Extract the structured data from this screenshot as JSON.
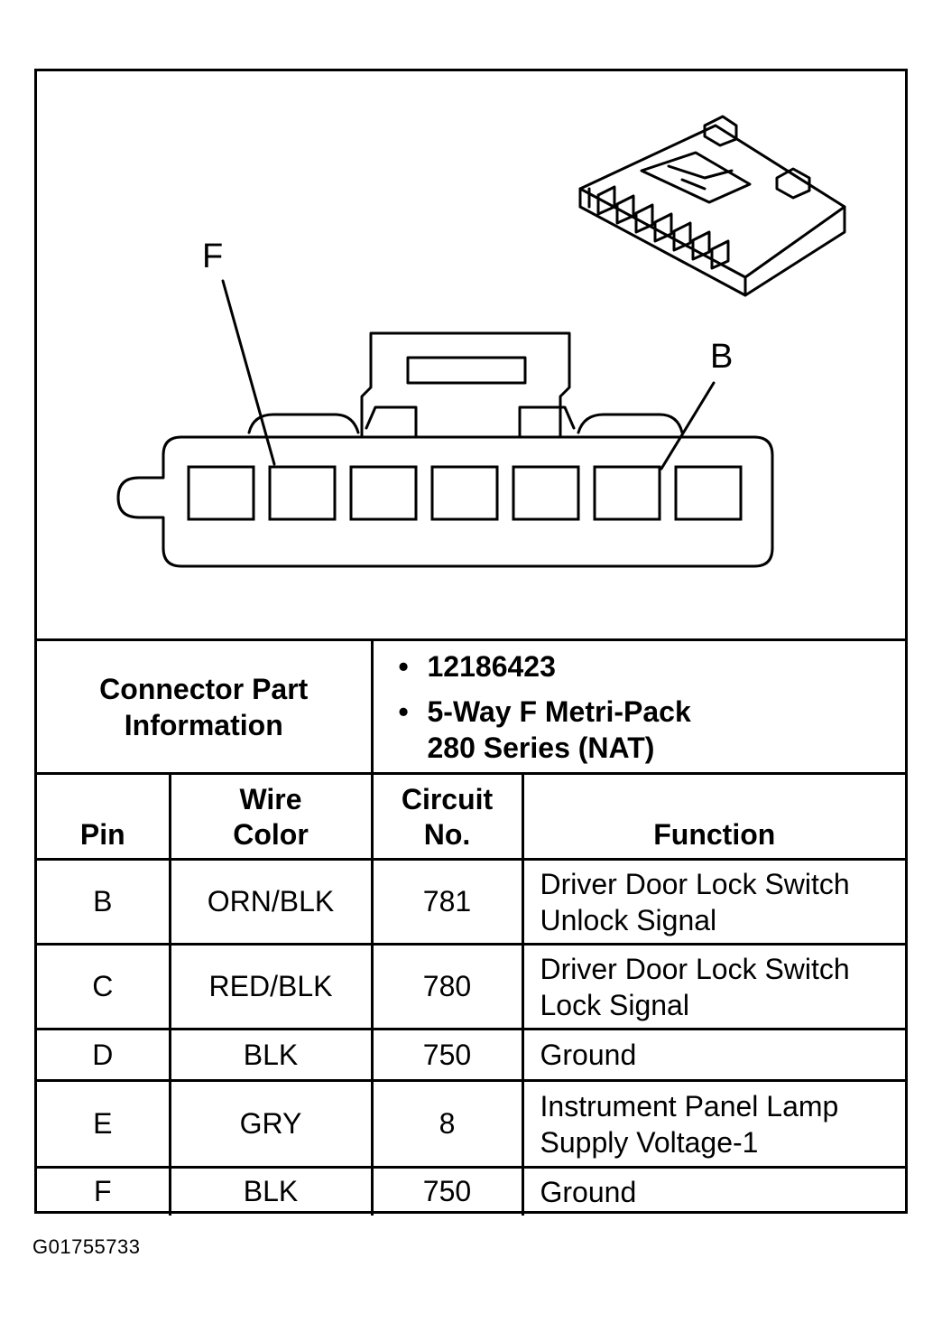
{
  "diagram": {
    "callouts": {
      "left": "F",
      "right": "B"
    },
    "cavity_count": 7
  },
  "part_info": {
    "label": "Connector Part Information",
    "lines": [
      "12186423",
      "5-Way F Metri-Pack 280 Series (NAT)"
    ],
    "line_parts": [
      [
        "12186423"
      ],
      [
        "5-Way F Metri-Pack",
        "280 Series (NAT)"
      ]
    ]
  },
  "table": {
    "headers": {
      "pin": "Pin",
      "wire_color": [
        "Wire",
        "Color"
      ],
      "circuit": [
        "Circuit",
        "No."
      ],
      "function": "Function"
    },
    "rows": [
      {
        "pin": "B",
        "wire_color": "ORN/BLK",
        "circuit": "781",
        "function": [
          "Driver Door Lock Switch",
          "Unlock Signal"
        ]
      },
      {
        "pin": "C",
        "wire_color": "RED/BLK",
        "circuit": "780",
        "function": [
          "Driver Door Lock Switch",
          "Lock Signal"
        ]
      },
      {
        "pin": "D",
        "wire_color": "BLK",
        "circuit": "750",
        "function": [
          "Ground"
        ]
      },
      {
        "pin": "E",
        "wire_color": "GRY",
        "circuit": "8",
        "function": [
          "Instrument Panel Lamp",
          "Supply Voltage-1"
        ]
      },
      {
        "pin": "F",
        "wire_color": "BLK",
        "circuit": "750",
        "function": [
          "Ground"
        ]
      }
    ]
  },
  "figure_id": "G01755733"
}
